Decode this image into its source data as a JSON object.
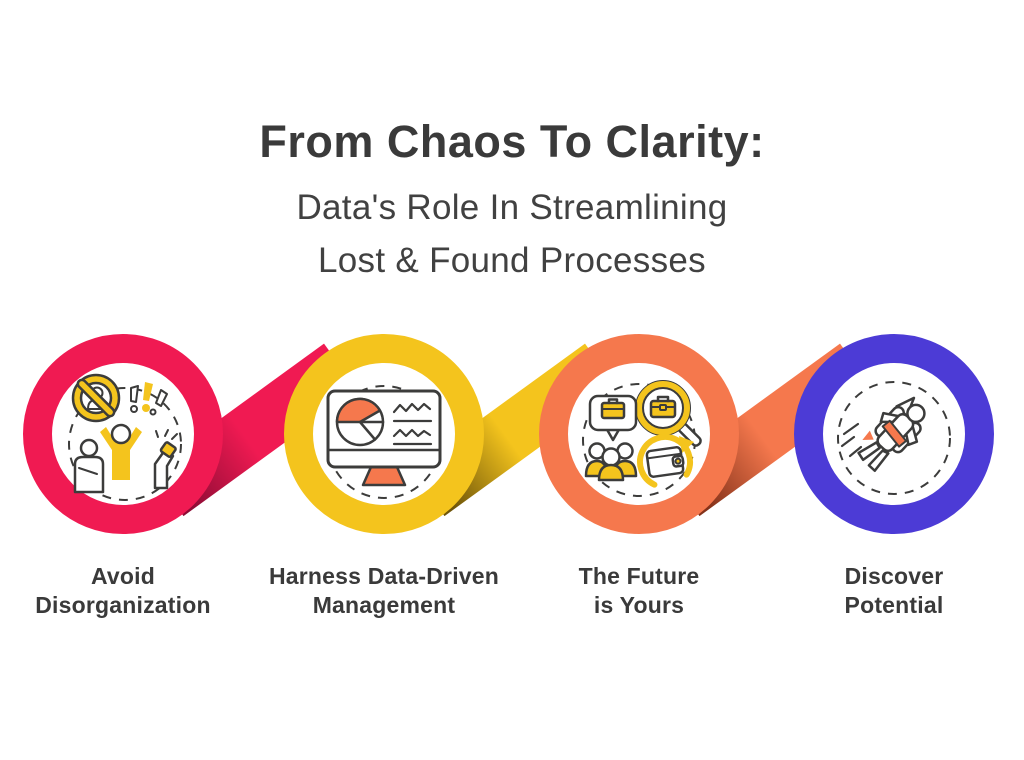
{
  "palette": {
    "red": "#F01A52",
    "red-shadow": "#8E0C35",
    "yellow": "#F4C41D",
    "yellow-shadow": "#6F5509",
    "orange": "#F5784D",
    "orange-shadow": "#84321A",
    "blue": "#4C3BD6",
    "outline": "#3C3C3B",
    "ink": "#3A3A3A",
    "bg": "#FFFFFF"
  },
  "header": {
    "title": "From Chaos To Clarity:",
    "subtitle_line1": "Data's Role In Streamlining",
    "subtitle_line2": "Lost & Found Processes"
  },
  "steps": [
    {
      "label_line1": "Avoid",
      "label_line2": "Disorganization",
      "color": "#F01A52",
      "icon": "avoid-disorganization-icon"
    },
    {
      "label_line1": "Harness Data-Driven",
      "label_line2": "Management",
      "color": "#F4C41D",
      "icon": "data-dashboard-icon"
    },
    {
      "label_line1": "The Future",
      "label_line2": "is Yours",
      "color": "#F5784D",
      "icon": "lost-and-found-search-icon"
    },
    {
      "label_line1": "Discover",
      "label_line2": "Potential",
      "color": "#4C3BD6",
      "icon": "jetpack-flight-icon"
    }
  ]
}
